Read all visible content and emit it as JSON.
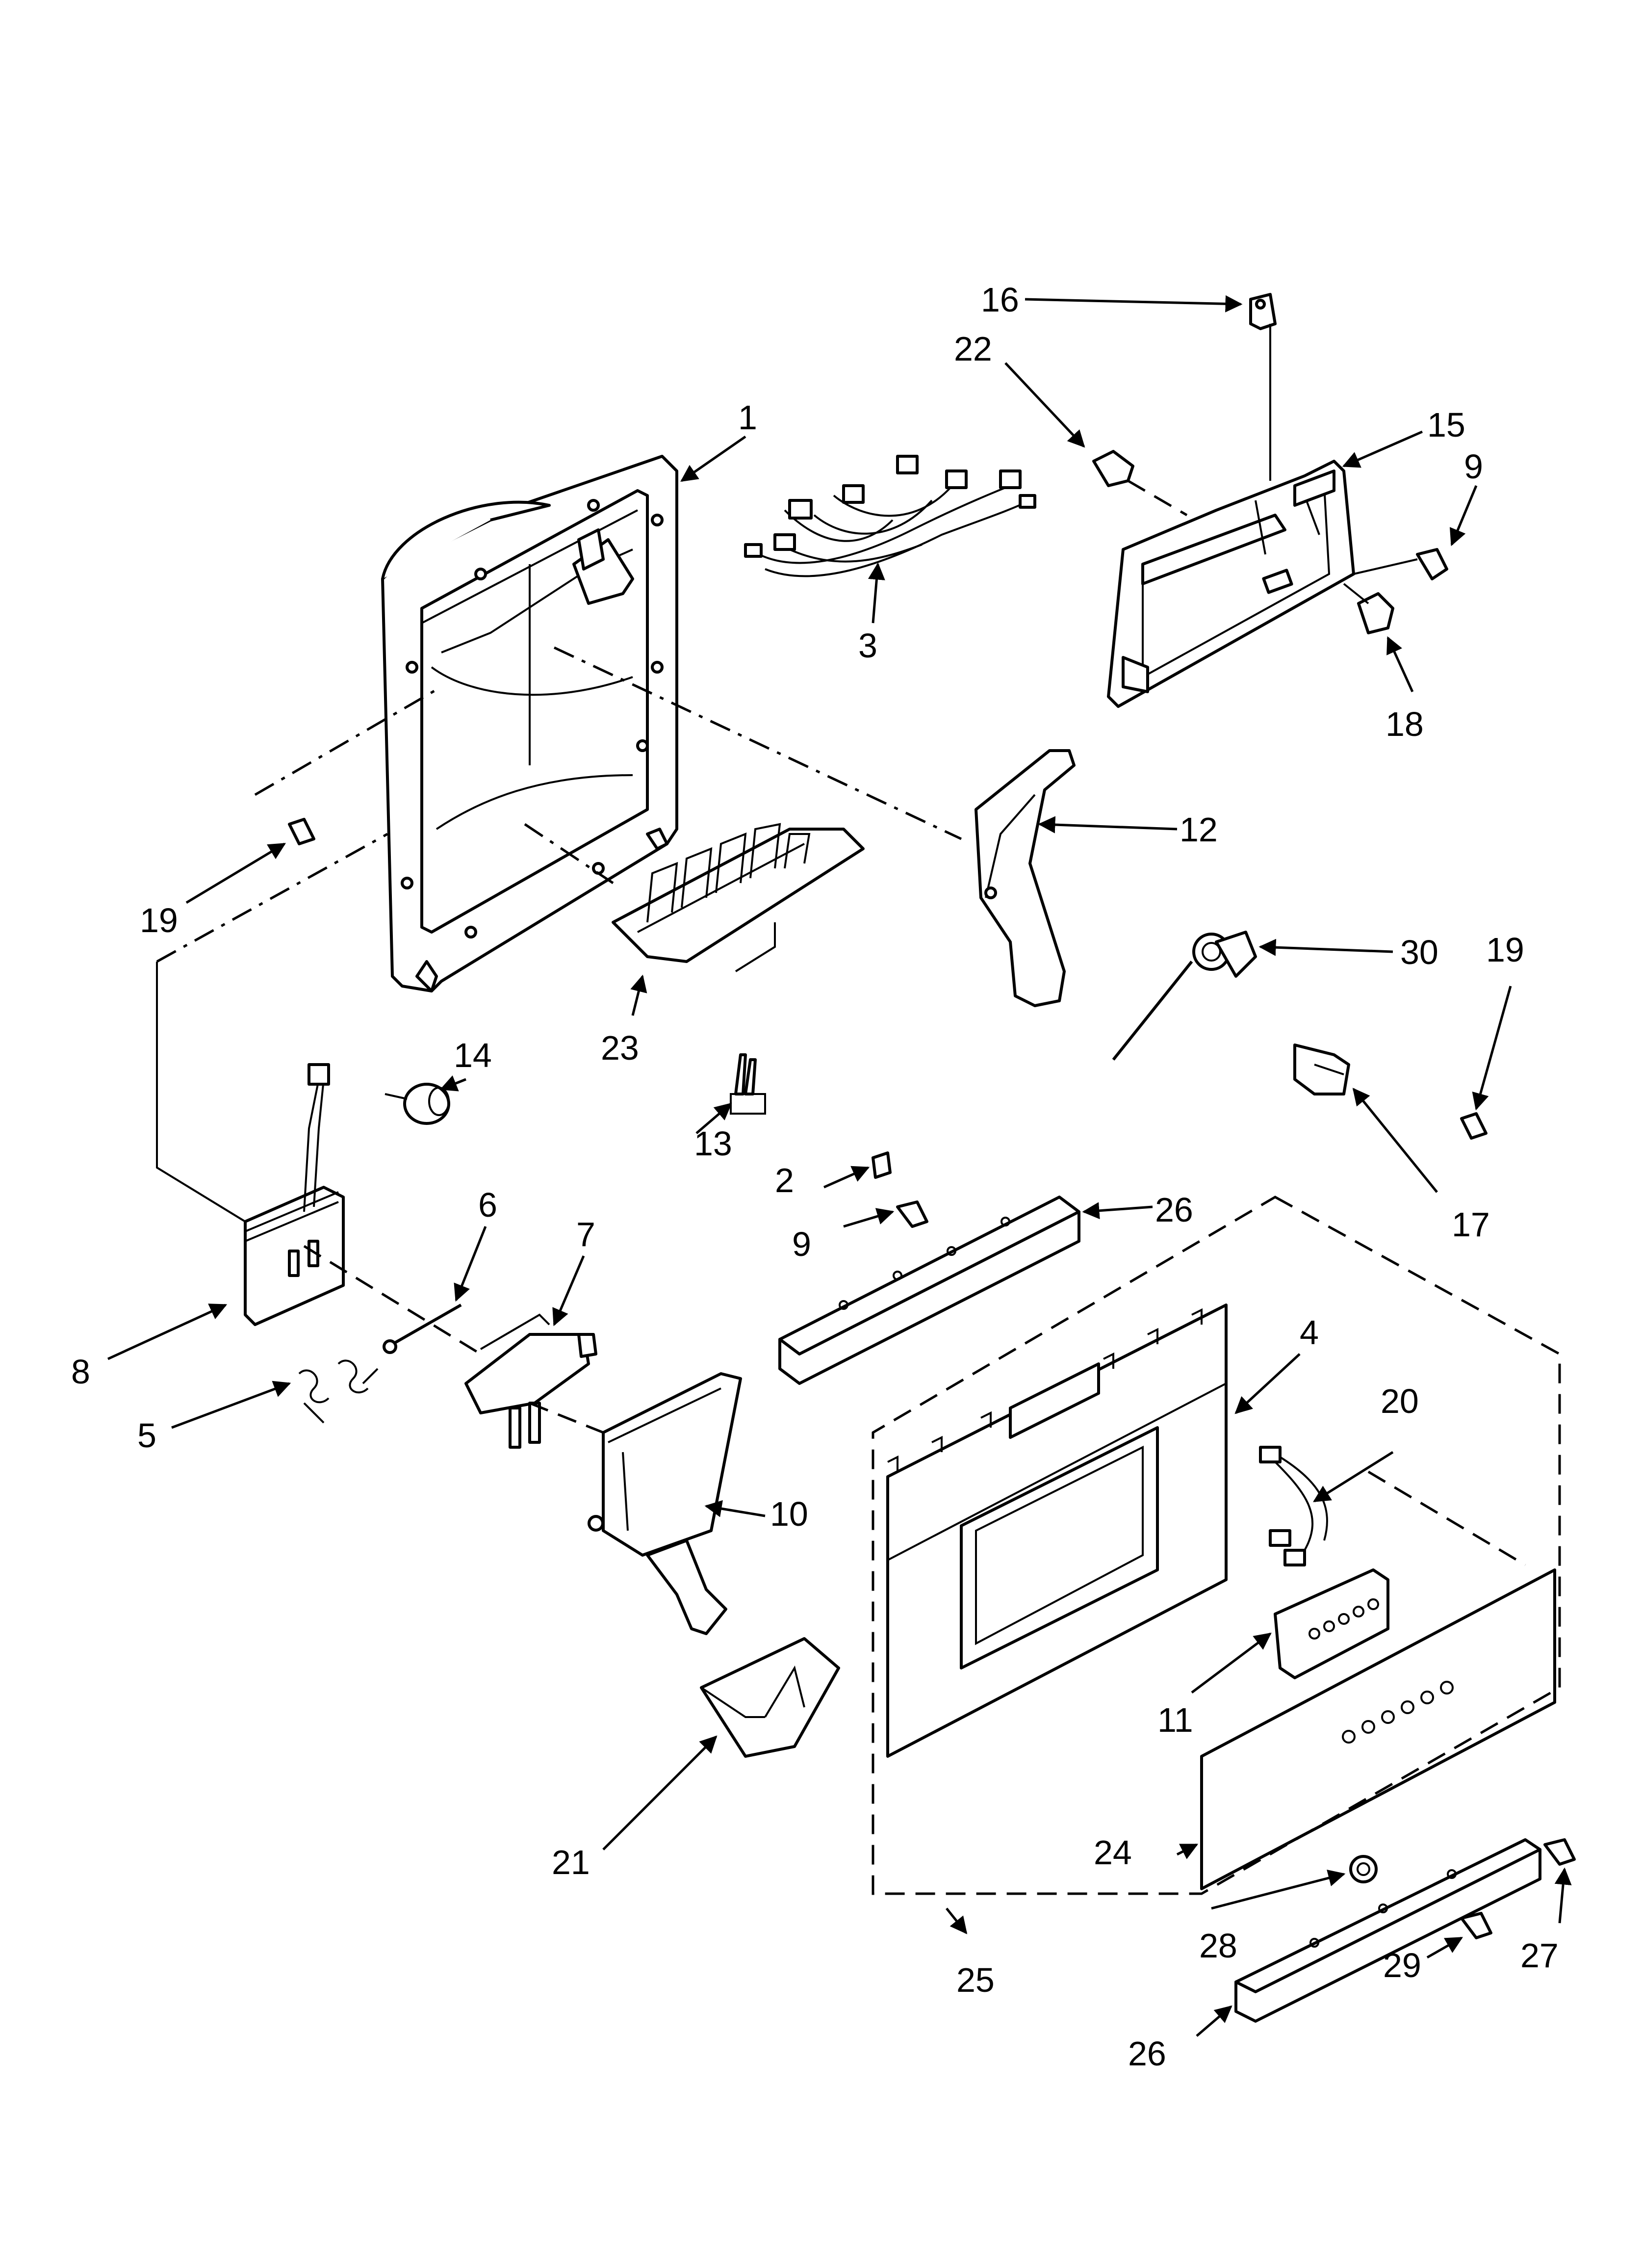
{
  "callouts": [
    {
      "id": "c1",
      "text": "1"
    },
    {
      "id": "c2",
      "text": "2"
    },
    {
      "id": "c3",
      "text": "3"
    },
    {
      "id": "c4",
      "text": "4"
    },
    {
      "id": "c5",
      "text": "5"
    },
    {
      "id": "c6",
      "text": "6"
    },
    {
      "id": "c7",
      "text": "7"
    },
    {
      "id": "c8",
      "text": "8"
    },
    {
      "id": "c9a",
      "text": "9"
    },
    {
      "id": "c9b",
      "text": "9"
    },
    {
      "id": "c10",
      "text": "10"
    },
    {
      "id": "c11",
      "text": "11"
    },
    {
      "id": "c12",
      "text": "12"
    },
    {
      "id": "c13",
      "text": "13"
    },
    {
      "id": "c14",
      "text": "14"
    },
    {
      "id": "c15",
      "text": "15"
    },
    {
      "id": "c16",
      "text": "16"
    },
    {
      "id": "c17",
      "text": "17"
    },
    {
      "id": "c18",
      "text": "18"
    },
    {
      "id": "c19a",
      "text": "19"
    },
    {
      "id": "c19b",
      "text": "19"
    },
    {
      "id": "c20",
      "text": "20"
    },
    {
      "id": "c21",
      "text": "21"
    },
    {
      "id": "c22",
      "text": "22"
    },
    {
      "id": "c23",
      "text": "23"
    },
    {
      "id": "c24",
      "text": "24"
    },
    {
      "id": "c25",
      "text": "25"
    },
    {
      "id": "c26a",
      "text": "26"
    },
    {
      "id": "c26b",
      "text": "26"
    },
    {
      "id": "c27",
      "text": "27"
    },
    {
      "id": "c28",
      "text": "28"
    },
    {
      "id": "c29",
      "text": "29"
    },
    {
      "id": "c30",
      "text": "30"
    }
  ]
}
